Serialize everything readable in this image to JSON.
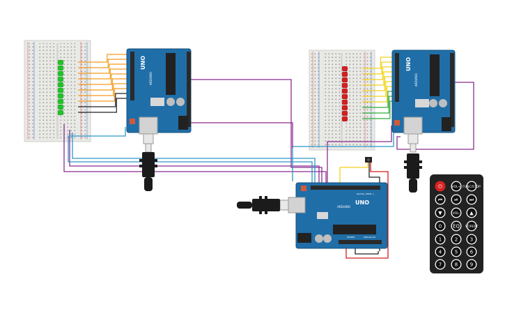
{
  "boards": {
    "left": {
      "model_label": "UNO",
      "brand_label": "ARDUINO"
    },
    "right": {
      "model_label": "UNO",
      "brand_label": "ARDUINO"
    },
    "center": {
      "model_label": "UNO",
      "brand_label": "ARDUINO",
      "digital_label": "DIGITAL (PWM~)",
      "power_label": "POWER",
      "analog_label": "ANALOG IN"
    }
  },
  "leds": {
    "left_color": "#22c22a",
    "right_color": "#d21f1f",
    "left_count": 10,
    "right_count": 10
  },
  "remote": {
    "keys": [
      [
        "⏻",
        "VOL+",
        "FUNC/STOP"
      ],
      [
        "⏮",
        "⏯",
        "⏭"
      ],
      [
        "▼",
        "VOL-",
        "▲"
      ],
      [
        "0",
        "EQ",
        "ST/REPT"
      ],
      [
        "1",
        "2",
        "3"
      ],
      [
        "4",
        "5",
        "6"
      ],
      [
        "7",
        "8",
        "9"
      ]
    ]
  },
  "colors": {
    "board": "#1f6ea8",
    "board_dark": "#17507c",
    "breadboard": "#e9e9e6",
    "wire_orange": "#f39a1c",
    "wire_yellow": "#f2d21a",
    "wire_green": "#2faa3b",
    "wire_purple": "#8a2b8f",
    "wire_blue": "#2a96c9",
    "wire_red": "#d21d1d",
    "wire_black": "#222222",
    "remote_body": "#222222",
    "power_key": "#d92323"
  }
}
